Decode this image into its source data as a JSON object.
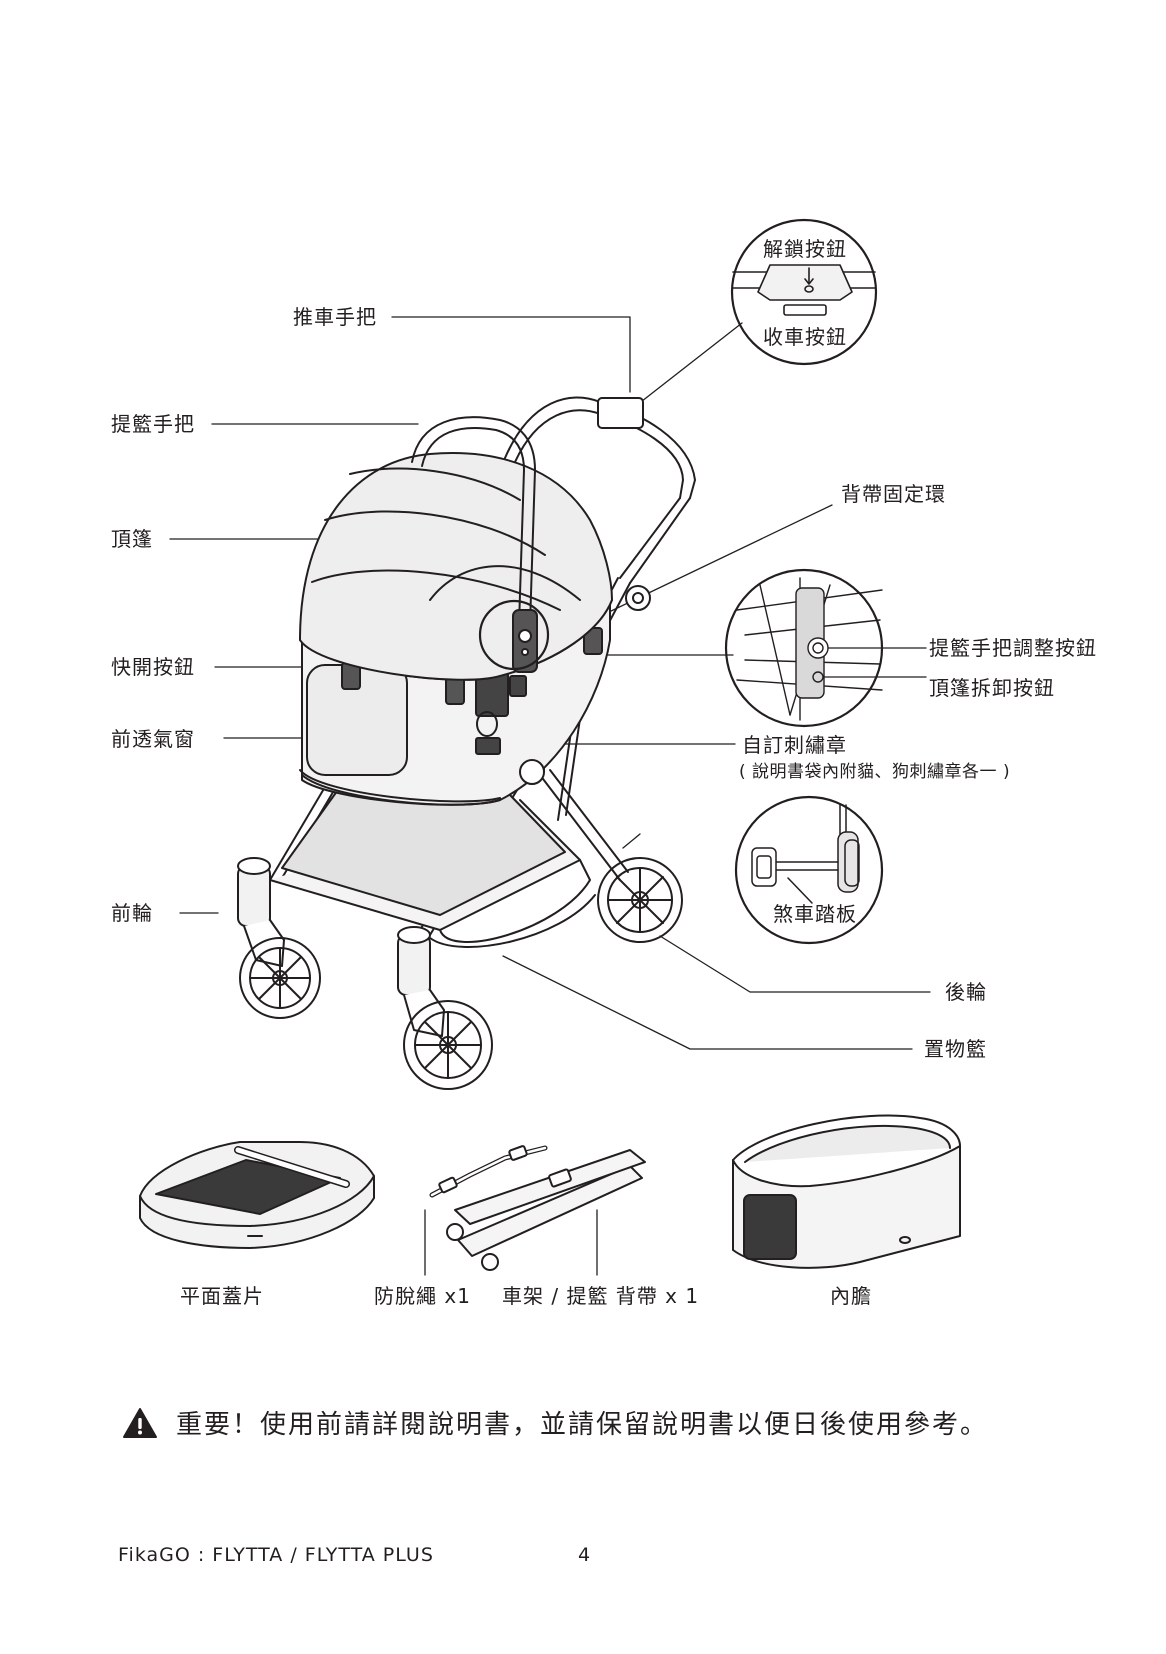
{
  "callouts": {
    "unlock_button": "解鎖按鈕",
    "fold_button": "收車按鈕",
    "push_handle": "推車手把",
    "carrier_handle": "提籃手把",
    "canopy": "頂篷",
    "strap_ring": "背帶固定環",
    "quick_release": "快開按鈕",
    "handle_adjust": "提籃手把調整按鈕",
    "canopy_release": "頂篷拆卸按鈕",
    "front_vent": "前透氣窗",
    "badge": "自訂刺繡章",
    "badge_note": "( 說明書袋內附貓、狗刺繡章各一 )",
    "front_wheel": "前輪",
    "brake_pedal": "煞車踏板",
    "rear_wheel": "後輪",
    "basket": "置物籃"
  },
  "accessories": {
    "flat_cover": "平面蓋片",
    "safety_leash": "防脫繩 x1",
    "shoulder_strap": "車架 / 提籃 背帶 x 1",
    "liner": "內膽"
  },
  "warning": {
    "icon": "warning-triangle-icon",
    "text": "重要！使用前請詳閱說明書，並請保留說明書以便日後使用參考。"
  },
  "footer": {
    "product": "FikaGO : FLYTTA / FLYTTA PLUS",
    "page_number": "4"
  }
}
